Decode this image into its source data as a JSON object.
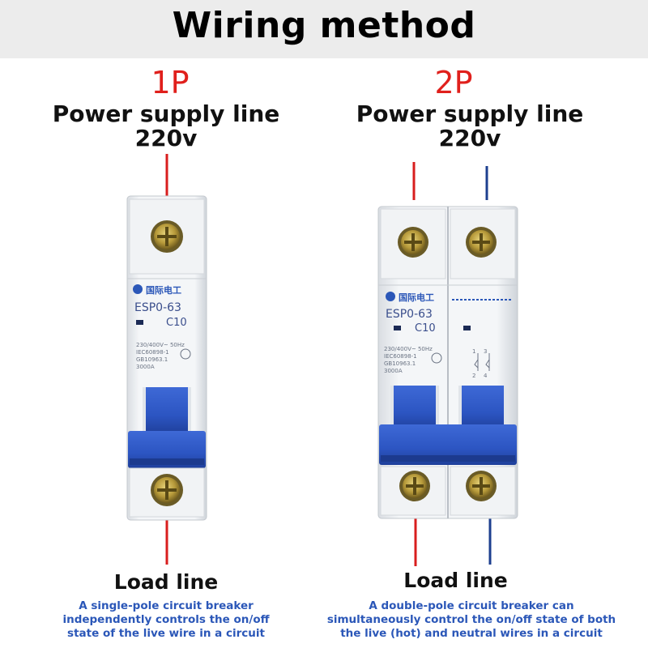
{
  "header": {
    "title": "Wiring method"
  },
  "left": {
    "label": "1P",
    "line_title": "Power supply line",
    "voltage": "220v",
    "load_label": "Load line",
    "description": [
      "A single-pole circuit breaker",
      "independently controls the on/off",
      "state of the live wire in a circuit"
    ],
    "breaker": {
      "brand": "国际电工",
      "model": "ESP0-63",
      "rating": "C10",
      "spec_lines": [
        "230/400V~ 50Hz",
        "IEC60898-1",
        "GB10963.1",
        "3000A"
      ]
    }
  },
  "right": {
    "label": "2P",
    "line_title": "Power supply line",
    "voltage": "220v",
    "load_label": "Load line",
    "description": [
      "A double-pole circuit breaker can",
      "simultaneously control the on/off state of both",
      "the live (hot) and neutral wires in a circuit"
    ],
    "breaker": {
      "brand": "国际电工",
      "model": "ESP0-63",
      "rating": "C10",
      "spec_lines": [
        "230/400V~ 50Hz",
        "IEC60898-1",
        "GB10963.1",
        "3000A"
      ],
      "terminal_marks": [
        "1",
        "3",
        "2",
        "4"
      ]
    }
  },
  "colors": {
    "live_wire": "#d81e1e",
    "neutral_wire": "#1d3f8f",
    "toggle": "#2f57c0",
    "description_text": "#2b57b8",
    "pole_label": "#e0201c"
  }
}
